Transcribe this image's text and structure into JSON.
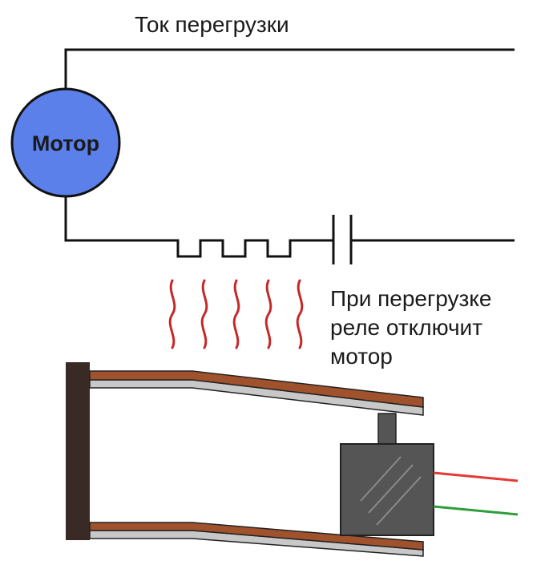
{
  "labels": {
    "top_current": "Ток перегрузки",
    "motor": "Мотор",
    "note_line1": "При перегрузке",
    "note_line2": "реле отключит",
    "note_line3": "мотор"
  },
  "colors": {
    "motor_fill": "#5b80ea",
    "heat_wave": "#c62828",
    "bimetal_copper": "#a0522d",
    "bimetal_steel": "#c8c8c8",
    "frame": "#3a2a26",
    "contact_box": "#555555",
    "wire_red": "#e53935",
    "wire_green": "#2e9e3a"
  }
}
